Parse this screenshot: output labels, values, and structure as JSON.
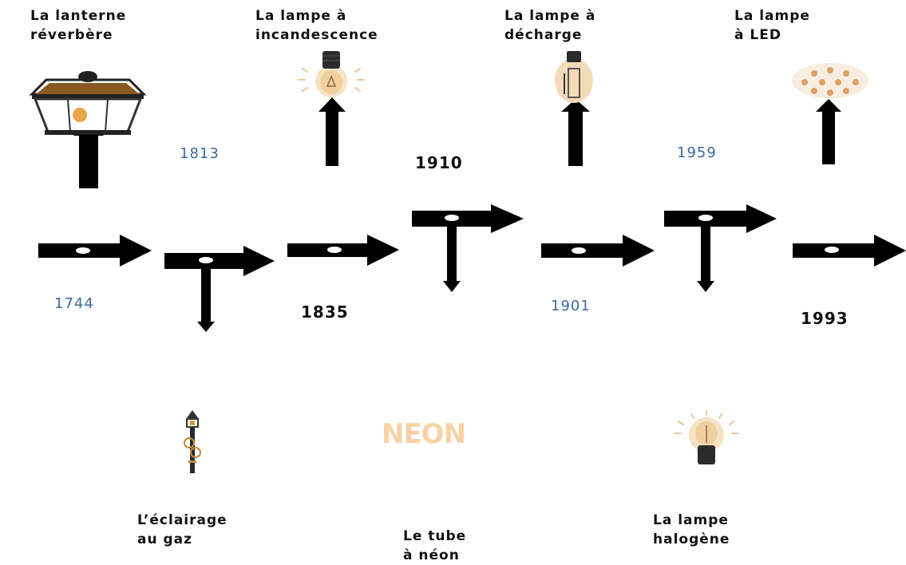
{
  "labels": {
    "lanterne": "La lanterne\nréverbère",
    "incandescence": "La lampe à\nincandescence",
    "decharge": "La lampe à\ndécharge",
    "led": "La lampe\nà LED",
    "gaz": "L’éclairage\nau gaz",
    "neon_tube": "Le tube\nà néon",
    "halogene": "La lampe\nhalogène"
  },
  "years": {
    "y1744": "1744",
    "y1813": "1813",
    "y1835": "1835",
    "y1901": "1901",
    "y1910": "1910",
    "y1959": "1959",
    "y1993": "1993"
  },
  "neon_sign": "NEON",
  "colors": {
    "arrow": "#000000",
    "year_blue": "#3d6a99",
    "lamp_orange": "#c98a3c",
    "glow": "#f3d9b5"
  },
  "icons": [
    "lantern-icon",
    "gas-lamp-icon",
    "incandescent-bulb-icon",
    "neon-sign-icon",
    "discharge-lamp-icon",
    "halogen-bulb-icon",
    "led-lamp-icon"
  ]
}
